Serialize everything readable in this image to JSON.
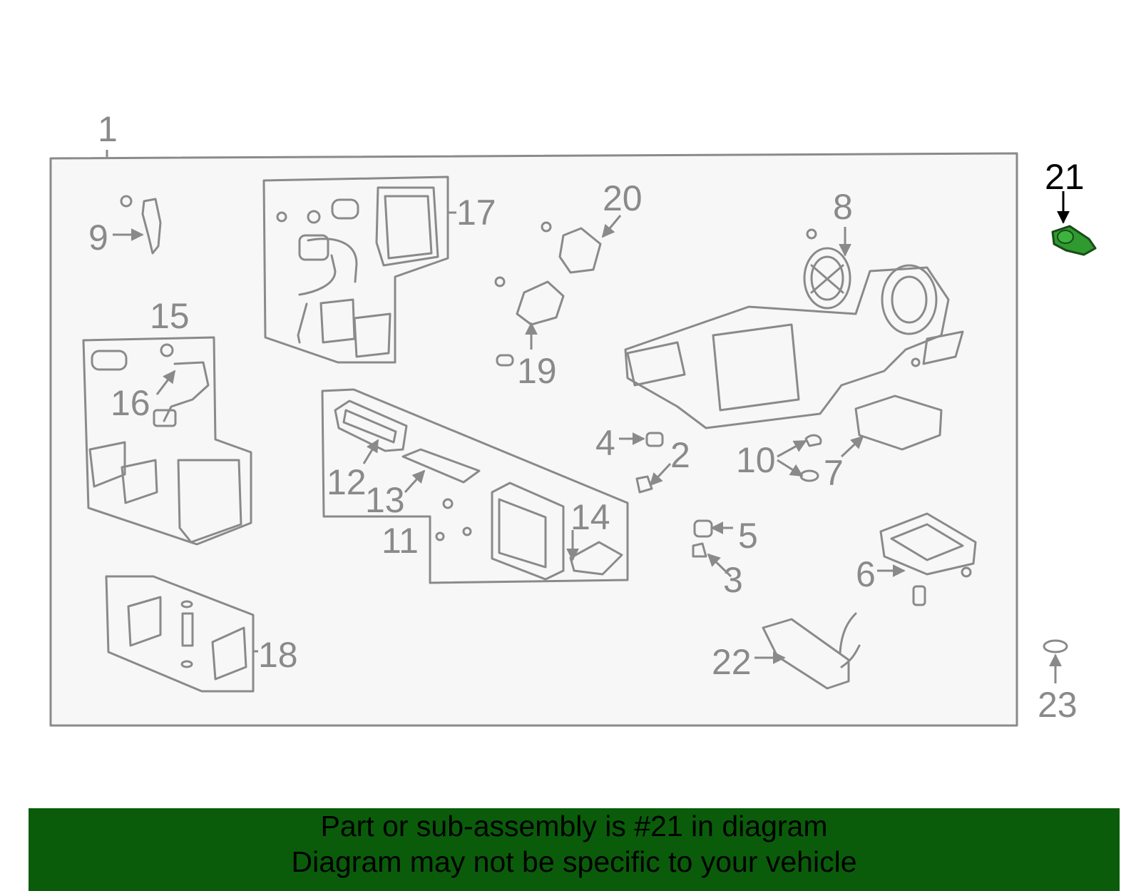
{
  "diagram": {
    "callouts": [
      "1",
      "2",
      "3",
      "4",
      "5",
      "6",
      "7",
      "8",
      "9",
      "10",
      "11",
      "12",
      "13",
      "14",
      "15",
      "16",
      "17",
      "18",
      "19",
      "20",
      "21",
      "22",
      "23"
    ],
    "highlighted": "21",
    "highlight_color": "#2f9a2f"
  },
  "banner": {
    "color": "#0a5c0a",
    "line1": "Part or sub-assembly is #21 in diagram",
    "line2": "Diagram may not be specific to your vehicle"
  }
}
